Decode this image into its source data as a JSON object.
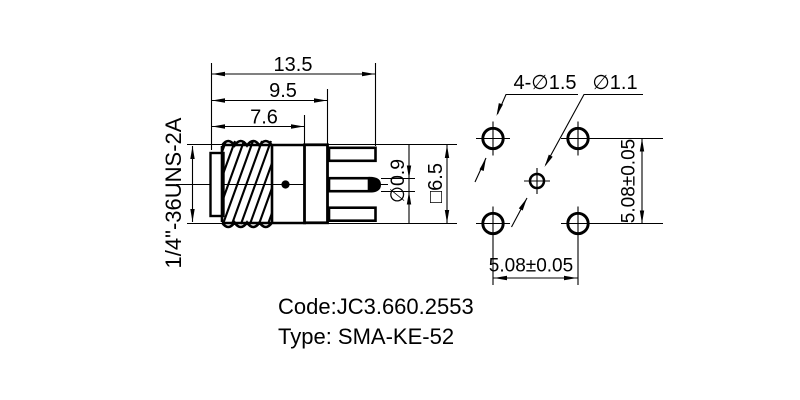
{
  "drawing": {
    "side_view": {
      "thread_spec": "1/4\"-36UNS-2A",
      "dim_overall_length": "13.5",
      "dim_body_length": "9.5",
      "dim_thread_length": "7.6",
      "dim_pin_diameter": "∅0.9",
      "dim_body_square": "□6.5"
    },
    "pad_view": {
      "label_corner_holes": "4-∅1.5",
      "label_center_hole": "∅1.1",
      "dim_pitch_horizontal": "5.08±0.05",
      "dim_pitch_vertical": "5.08±0.05"
    },
    "title_block": {
      "code_line": "Code:JC3.660.2553",
      "type_line": "Type: SMA-KE-52"
    },
    "colors": {
      "line": "#000000",
      "background": "#ffffff"
    }
  }
}
